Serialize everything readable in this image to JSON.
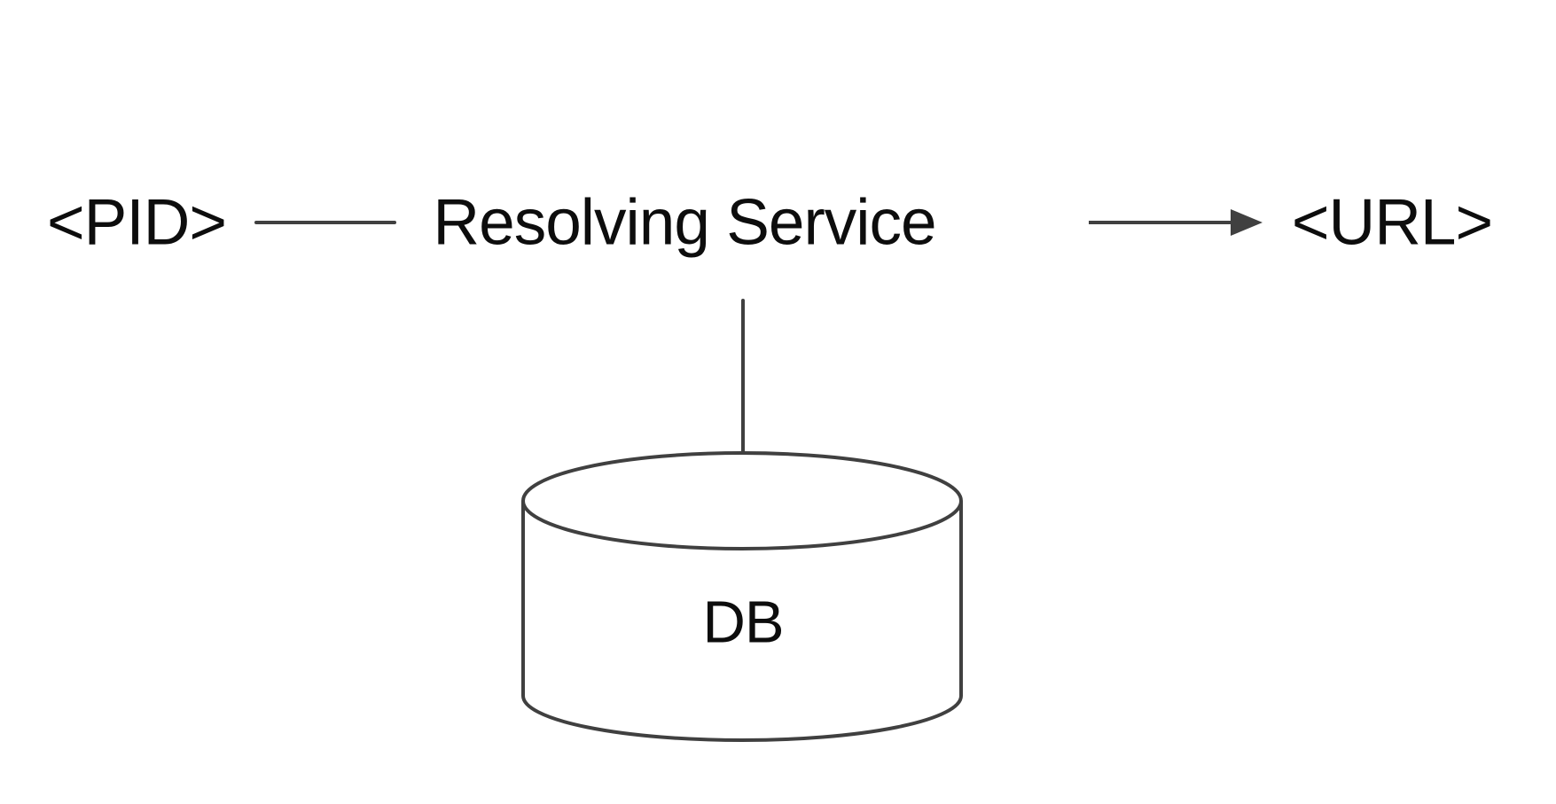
{
  "diagram": {
    "nodes": {
      "pid": {
        "label": "<PID>"
      },
      "service": {
        "label": "Resolving Service"
      },
      "url": {
        "label": "<URL>"
      },
      "db": {
        "label": "DB"
      }
    },
    "edges": [
      {
        "from": "pid",
        "to": "service",
        "style": "plain-line"
      },
      {
        "from": "service",
        "to": "url",
        "style": "arrow"
      },
      {
        "from": "service",
        "to": "db",
        "style": "plain-line"
      }
    ],
    "colors": {
      "background": "#ffffff",
      "line": "#404040",
      "text": "#0d0d0d"
    }
  }
}
